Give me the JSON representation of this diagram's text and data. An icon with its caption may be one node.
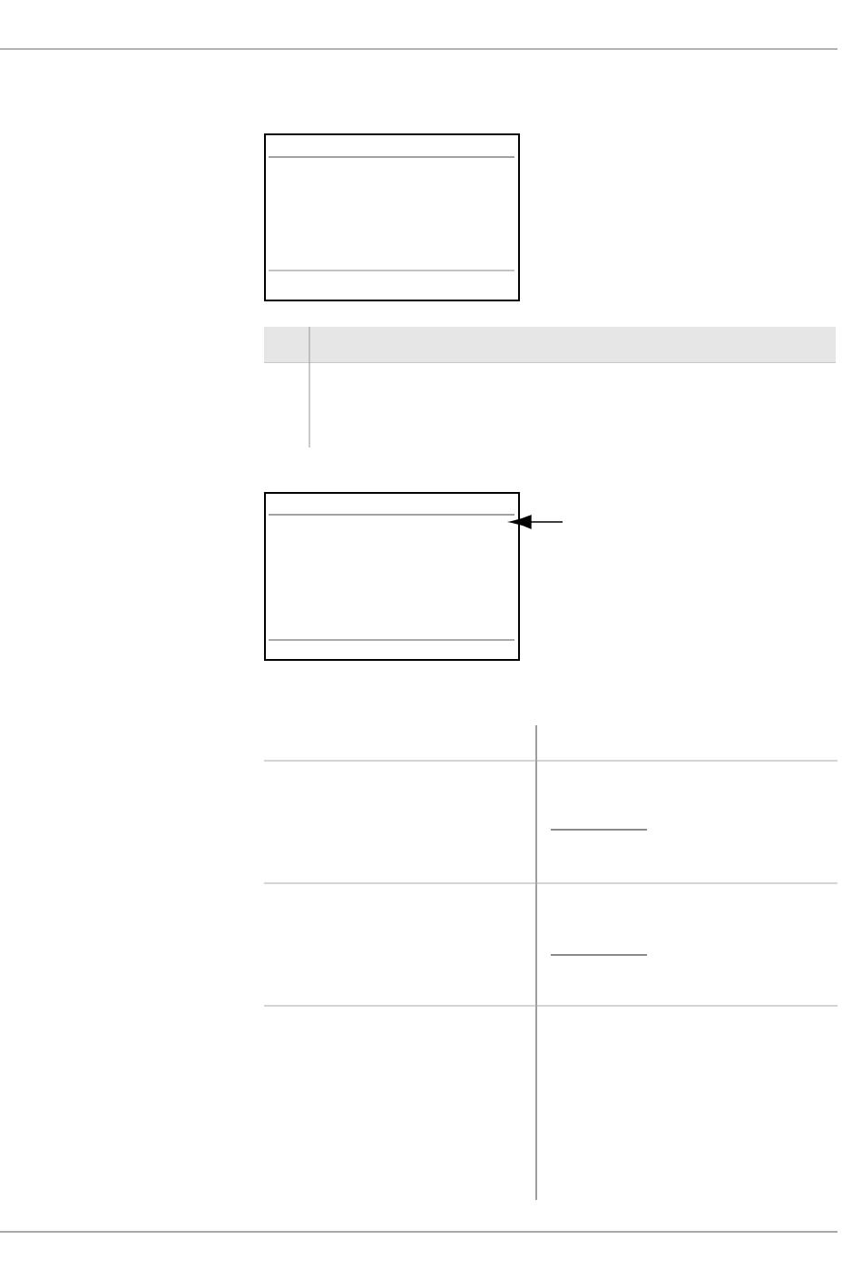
{
  "diagram": {
    "nodes": [
      {
        "text": [],
        "shape": "box"
      },
      {
        "text": [],
        "shape": "box"
      }
    ],
    "edges": [
      {
        "from": null,
        "to": 1,
        "arrow": "to"
      }
    ]
  }
}
